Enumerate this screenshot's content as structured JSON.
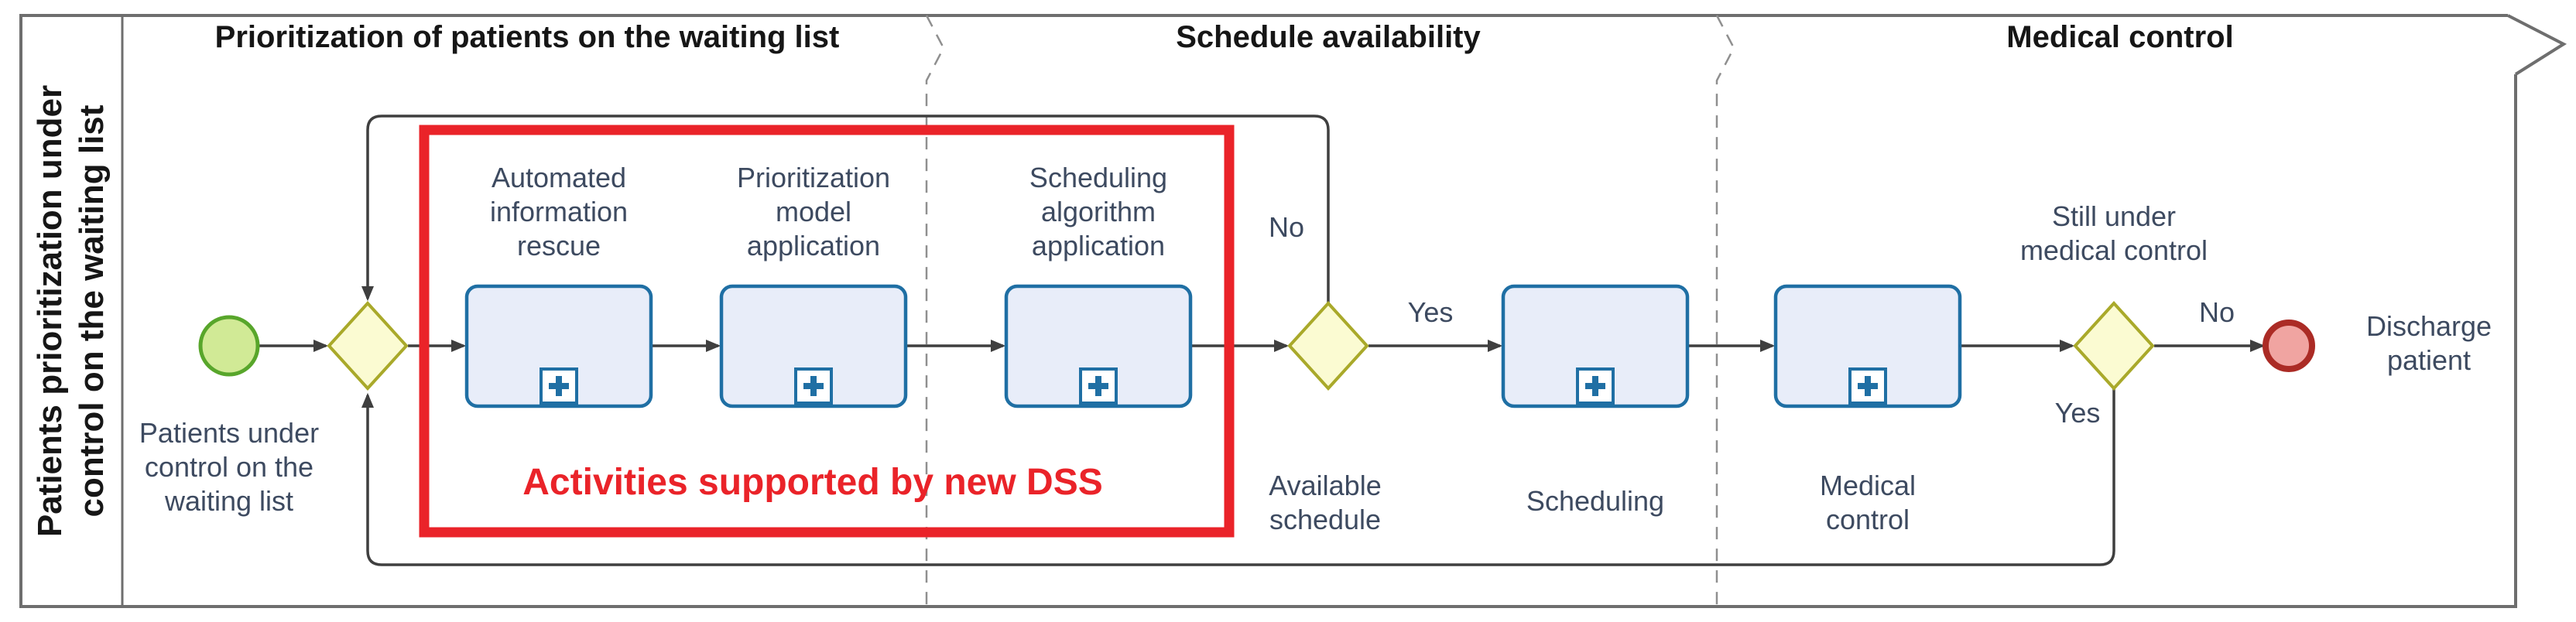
{
  "pool": {
    "label_lines": [
      "Patients prioritization under",
      "control on the waiting list"
    ]
  },
  "phases": [
    {
      "title": "Prioritization of patients on the waiting list"
    },
    {
      "title": "Schedule availability"
    },
    {
      "title": "Medical control"
    }
  ],
  "start_event": {
    "label_lines": [
      "Patients under",
      "control on the",
      "waiting list"
    ]
  },
  "end_event": {
    "label_lines": [
      "Discharge",
      "patient"
    ]
  },
  "tasks": [
    {
      "id": "automated-information-rescue",
      "label_lines": [
        "Automated",
        "information",
        "rescue"
      ],
      "marker": "subprocess-plus-icon"
    },
    {
      "id": "prioritization-model-application",
      "label_lines": [
        "Prioritization",
        "model",
        "application"
      ],
      "marker": "subprocess-plus-icon"
    },
    {
      "id": "scheduling-algorithm-application",
      "label_lines": [
        "Scheduling",
        "algorithm",
        "application"
      ],
      "marker": "subprocess-plus-icon"
    },
    {
      "id": "scheduling",
      "label_lines": [
        "Scheduling"
      ],
      "marker": "subprocess-plus-icon"
    },
    {
      "id": "medical-control",
      "label_lines": [
        "Medical",
        "control"
      ],
      "marker": "subprocess-plus-icon"
    }
  ],
  "gateways": [
    {
      "id": "merge-gateway",
      "label_lines": []
    },
    {
      "id": "available-schedule",
      "label_lines": [
        "Available",
        "schedule"
      ],
      "branches": {
        "yes": "Yes",
        "no": "No"
      }
    },
    {
      "id": "still-under-medical-control",
      "label_lines": [
        "Still under",
        "medical control"
      ],
      "branches": {
        "yes": "Yes",
        "no": "No"
      }
    }
  ],
  "annotation": {
    "text": "Activities supported by new DSS"
  },
  "colors": {
    "line": "#3f3f3f",
    "pool_border": "#6e6e6e",
    "separator": "#8f8f8f",
    "task_fill": "#e8edf9",
    "task_border": "#1f6fa4",
    "gateway_fill": "#fbfbd2",
    "gateway_border": "#a9a92a",
    "start_fill": "#d1ea96",
    "start_border": "#58a62b",
    "end_fill": "#f0a4a1",
    "end_border": "#ab2b25",
    "highlight_red": "#ea2329",
    "label_text": "#3d4a60",
    "title_text": "#161616"
  }
}
